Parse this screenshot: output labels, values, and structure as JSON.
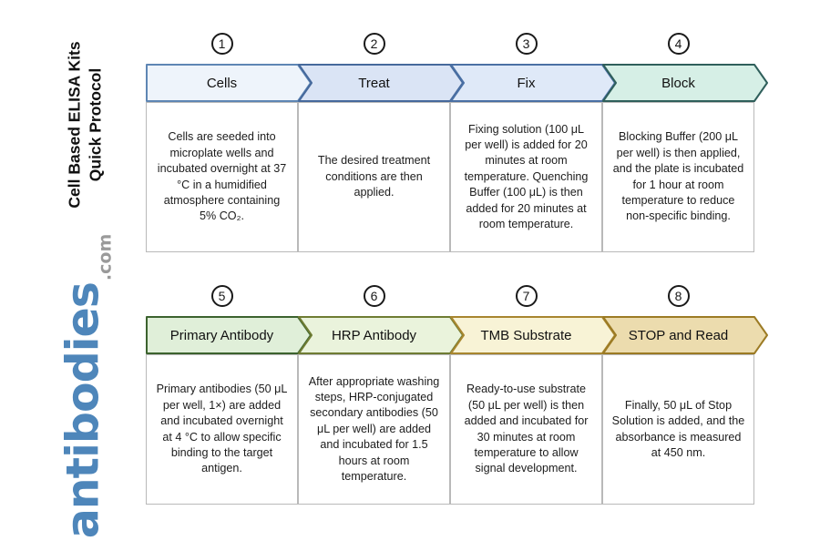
{
  "sidebar": {
    "title_line1": "Cell Based ELISA Kits",
    "title_line2": "Quick Protocol",
    "logo_text": "antibodies",
    "logo_suffix": ".com",
    "logo_color": "#4e86ba"
  },
  "steps": [
    {
      "number": "1",
      "label": "Cells",
      "fill": "#eef4fb",
      "border": "#5e86b4",
      "description": "Cells are seeded into microplate wells and incubated overnight at 37 °C in a humidified atmosphere containing 5% CO₂."
    },
    {
      "number": "2",
      "label": "Treat",
      "fill": "#dae4f5",
      "border": "#46699c",
      "description": "The desired treatment conditions are then applied."
    },
    {
      "number": "3",
      "label": "Fix",
      "fill": "#dfe9f8",
      "border": "#4a70a4",
      "description": "Fixing solution (100 μL per well) is added for 20 minutes at room temperature. Quenching Buffer (100 μL) is then added for 20 minutes at room temperature."
    },
    {
      "number": "4",
      "label": "Block",
      "fill": "#d6efe6",
      "border": "#2f5f5b",
      "description": "Blocking Buffer (200 μL per well) is then applied, and the plate is incubated for 1 hour at room temperature to reduce non-specific binding."
    },
    {
      "number": "5",
      "label": "Primary Antibody",
      "fill": "#e0efd9",
      "border": "#3c632e",
      "description": "Primary antibodies (50 μL per well, 1×) are added and incubated overnight at 4 °C to allow specific binding to the target antigen."
    },
    {
      "number": "6",
      "label": "HRP Antibody",
      "fill": "#eaf3dc",
      "border": "#6f7c33",
      "description": "After appropriate washing steps, HRP-conjugated secondary antibodies (50 μL per well) are added and incubated for 1.5 hours at room temperature."
    },
    {
      "number": "7",
      "label": "TMB Substrate",
      "fill": "#f8f3d6",
      "border": "#a8862f",
      "description": "Ready-to-use substrate (50 μL per well) is then added and incubated for 30 minutes at room temperature to allow signal development."
    },
    {
      "number": "8",
      "label": "STOP and Read",
      "fill": "#ecdcae",
      "border": "#9c7b24",
      "description": "Finally, 50 μL of Stop Solution is added, and the absorbance is measured at 450 nm."
    }
  ]
}
